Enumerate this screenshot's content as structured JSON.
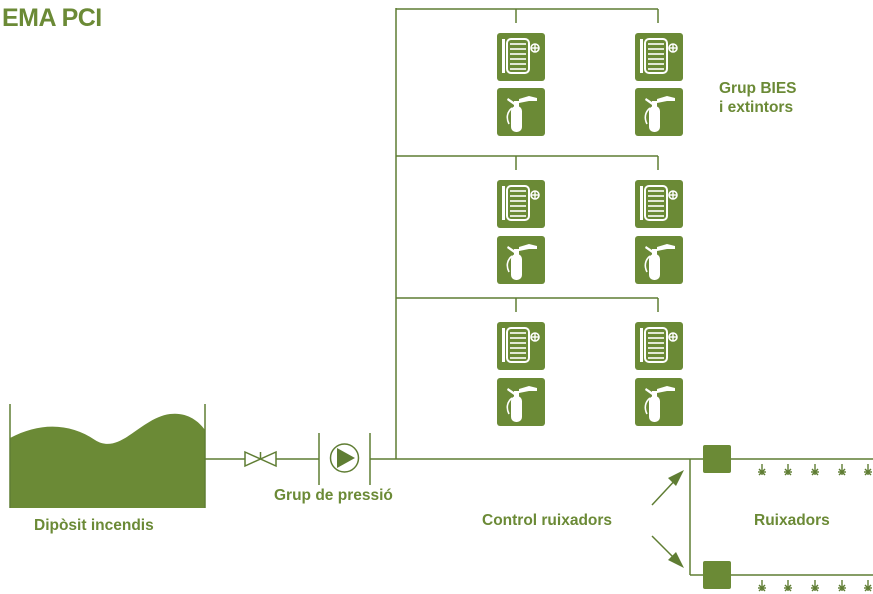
{
  "title": "EMA PCI",
  "labels": {
    "tank": "Dipòsit incendis",
    "pump_group": "Grup de pressió",
    "sprinkler_control": "Control ruixadors",
    "sprinklers": "Ruixadors",
    "bies_line1": "Grup BIES",
    "bies_line2": "i extintors"
  },
  "colors": {
    "accent": "#6b8a36",
    "line": "#5f7d33",
    "icon_fill": "#6b8a36",
    "icon_symbol": "#ffffff",
    "background": "#ffffff"
  },
  "icons": {
    "hose_reel": "fire-hose-reel-icon",
    "extinguisher": "fire-extinguisher-icon",
    "pump": "pump-icon",
    "valve": "gate-valve-icon",
    "sprinkler": "sprinkler-head-icon"
  }
}
